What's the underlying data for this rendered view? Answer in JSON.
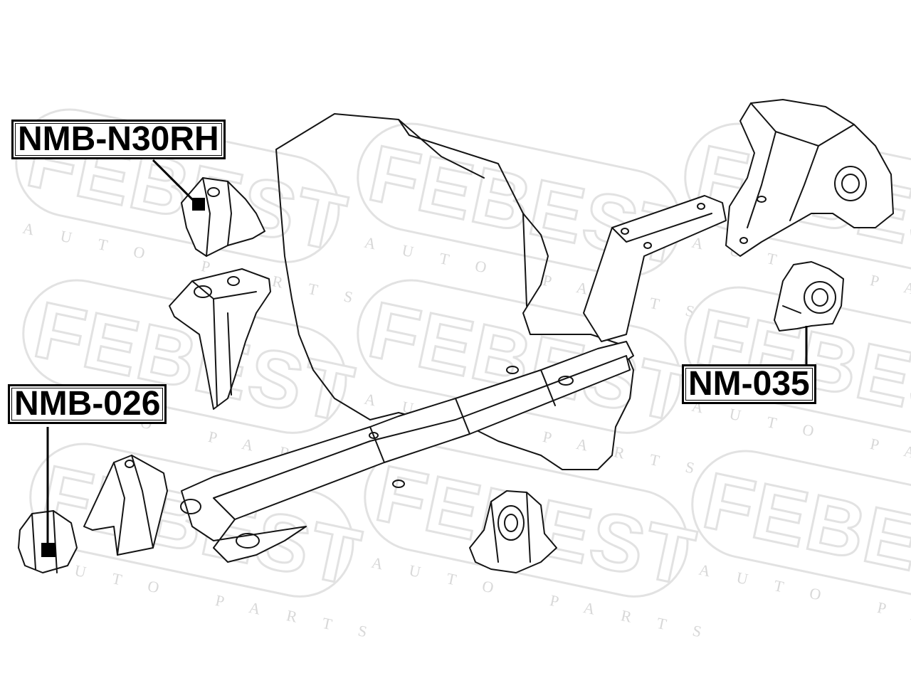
{
  "watermark": {
    "brand": "FEBEST",
    "subtext": "AUTO PARTS"
  },
  "labels": {
    "nmb_n30rh": "NMB-N30RH",
    "nmb_026": "NMB-026",
    "nm_035": "NM-035"
  },
  "colors": {
    "line": "#141414",
    "watermark": "#e2e2e2",
    "background": "#ffffff"
  }
}
